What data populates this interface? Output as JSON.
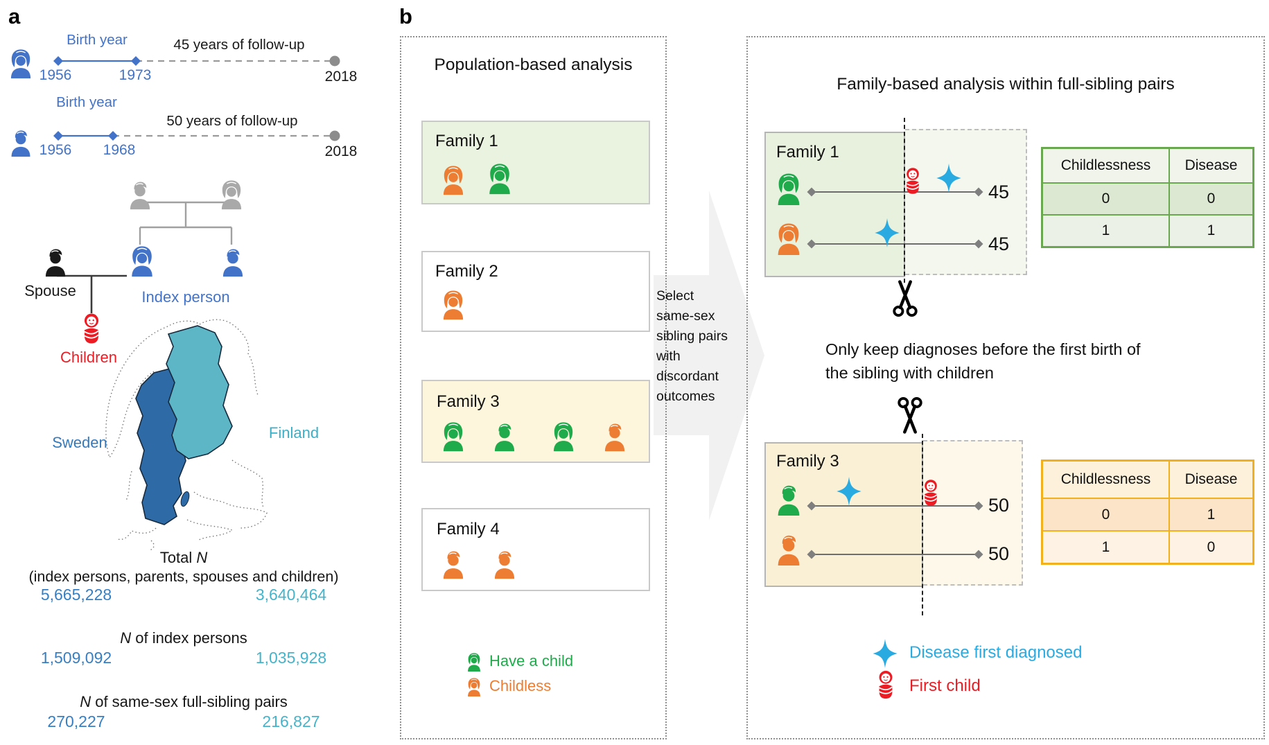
{
  "panel_a": {
    "label": "a",
    "timelines": [
      {
        "icon": "female",
        "birth_label": "Birth year",
        "start_year": "1956",
        "end_year": "1973",
        "followup": "45 years of follow-up",
        "final_year": "2018"
      },
      {
        "icon": "male",
        "birth_label": "Birth year",
        "start_year": "1956",
        "end_year": "1968",
        "followup": "50 years of follow-up",
        "final_year": "2018"
      }
    ],
    "family_tree": {
      "spouse_label": "Spouse",
      "index_label": "Index person",
      "children_label": "Children"
    },
    "map": {
      "sweden_label": "Sweden",
      "finland_label": "Finland",
      "sweden_color": "#2e6ba6",
      "finland_color": "#5cb6c6"
    },
    "stats": [
      {
        "title_prefix": "Total ",
        "title_n": "N",
        "title_suffix": "",
        "subtitle": "(index persons, parents, spouses and children)",
        "sweden_value": "5,665,228",
        "finland_value": "3,640,464"
      },
      {
        "title_prefix": "",
        "title_n": "N",
        "title_suffix": " of index persons",
        "subtitle": "",
        "sweden_value": "1,509,092",
        "finland_value": "1,035,928"
      },
      {
        "title_prefix": "",
        "title_n": "N",
        "title_suffix": " of same-sex full-sibling pairs",
        "subtitle": "",
        "sweden_value": "270,227",
        "finland_value": "216,827"
      }
    ]
  },
  "panel_b": {
    "label": "b",
    "population": {
      "title": "Population-based analysis",
      "families": [
        {
          "label": "Family 1",
          "members": [
            "childless-female",
            "child-female"
          ]
        },
        {
          "label": "Family 2",
          "members": [
            "childless-female"
          ]
        },
        {
          "label": "Family 3",
          "members": [
            "child-female",
            "child-male",
            "child-female",
            "childless-male"
          ]
        },
        {
          "label": "Family 4",
          "members": [
            "childless-male",
            "childless-male"
          ]
        }
      ],
      "legend": [
        {
          "icon": "female-person-green",
          "label": "Have a child",
          "color": "#1faa4b"
        },
        {
          "icon": "female-person-orange",
          "label": "Childless",
          "color": "#ec7d33"
        }
      ]
    },
    "arrow": {
      "lines": [
        "Select",
        "same-sex",
        "sibling pairs",
        "with",
        "discordant",
        "outcomes"
      ]
    },
    "family_based": {
      "title": "Family-based analysis within full-sibling pairs",
      "note_line1": "Only keep diagnoses before the first birth of",
      "note_line2": "the sibling with children",
      "family1": {
        "label": "Family 1",
        "age_top": "45",
        "age_bottom": "45"
      },
      "family3": {
        "label": "Family 3",
        "age_top": "50",
        "age_bottom": "50"
      },
      "table1": {
        "headers": [
          "Childlessness",
          "Disease"
        ],
        "rows": [
          [
            "0",
            "0"
          ],
          [
            "1",
            "1"
          ]
        ],
        "border_color": "#6aa84f"
      },
      "table2": {
        "headers": [
          "Childlessness",
          "Disease"
        ],
        "rows": [
          [
            "0",
            "1"
          ],
          [
            "1",
            "0"
          ]
        ],
        "border_color": "#f2b01e"
      },
      "legend": [
        {
          "icon": "star-icon",
          "label": "Disease first diagnosed",
          "color": "#29abe2"
        },
        {
          "icon": "baby-icon",
          "label": "First child",
          "color": "#ec1c24"
        }
      ]
    }
  },
  "colors": {
    "index_blue": "#4273c8",
    "parent_gray": "#a9a9a9",
    "spouse_black": "#1a1a1a",
    "child_red": "#ec1c24",
    "have_child_green": "#1faa4b",
    "childless_orange": "#ec7d33",
    "disease_star_blue": "#29abe2",
    "sweden_stat": "#377fc2",
    "finland_stat": "#45b4cb"
  }
}
